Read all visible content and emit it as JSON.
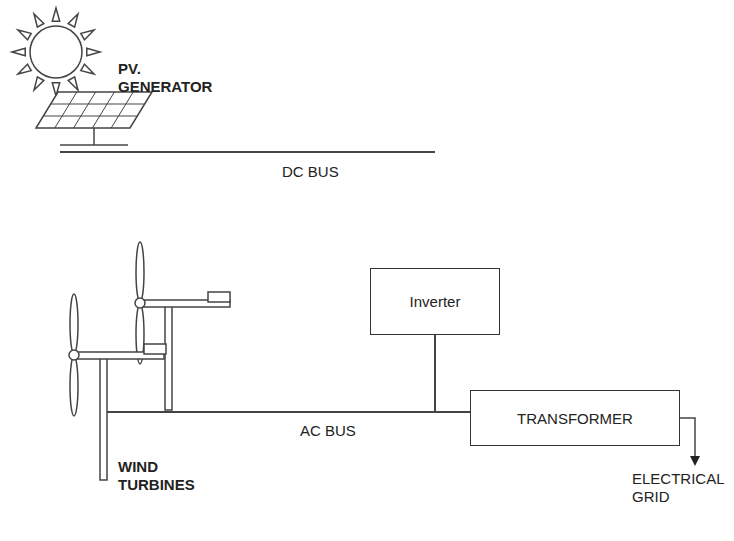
{
  "diagram": {
    "nodes": [
      {
        "text": [
          "Inverter"
        ]
      },
      {
        "text": [
          "TRANSFORMER"
        ]
      }
    ],
    "edges": [
      {
        "from": 0,
        "to": 1,
        "arrow": "none"
      }
    ],
    "labels": [
      "PV. GENERATOR",
      "DC BUS",
      "AC BUS",
      "WIND TURBINES",
      "ELECTRICAL GRID"
    ]
  }
}
